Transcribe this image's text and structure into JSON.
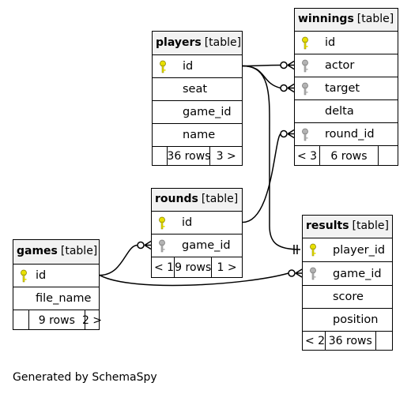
{
  "table_kind": "[table]",
  "tables": {
    "players": {
      "name": "players",
      "columns": [
        "id",
        "seat",
        "game_id",
        "name"
      ],
      "footer": [
        "",
        "36 rows",
        "3 >"
      ]
    },
    "winnings": {
      "name": "winnings",
      "columns": [
        "id",
        "actor",
        "target",
        "delta",
        "round_id"
      ],
      "footer": [
        "< 3",
        "6 rows",
        ""
      ]
    },
    "rounds": {
      "name": "rounds",
      "columns": [
        "id",
        "game_id"
      ],
      "footer": [
        "< 1",
        "9 rows",
        "1 >"
      ]
    },
    "games": {
      "name": "games",
      "columns": [
        "id",
        "file_name"
      ],
      "footer": [
        "",
        "9 rows",
        "2 >"
      ]
    },
    "results": {
      "name": "results",
      "columns": [
        "player_id",
        "game_id",
        "score",
        "position"
      ],
      "footer": [
        "< 2",
        "36 rows",
        ""
      ]
    }
  },
  "key_types": {
    "players": [
      "primary",
      "none",
      "none",
      "none"
    ],
    "winnings": [
      "primary",
      "foreign",
      "foreign",
      "none",
      "foreign"
    ],
    "rounds": [
      "primary",
      "foreign"
    ],
    "games": [
      "primary",
      "none"
    ],
    "results": [
      "primary",
      "foreign",
      "none",
      "none"
    ]
  },
  "relationships": [
    {
      "from": "winnings.actor",
      "to": "players.id",
      "child_end": "zero-or-many"
    },
    {
      "from": "winnings.target",
      "to": "players.id",
      "child_end": "zero-or-many"
    },
    {
      "from": "winnings.round_id",
      "to": "rounds.id",
      "child_end": "zero-or-many"
    },
    {
      "from": "rounds.game_id",
      "to": "games.id",
      "child_end": "zero-or-many"
    },
    {
      "from": "results.game_id",
      "to": "games.id",
      "child_end": "zero-or-many"
    },
    {
      "from": "results.player_id",
      "to": "players.id",
      "child_end": "one"
    }
  ],
  "colors": {
    "header_bg": "#f2f2f2",
    "primary_key": "#e8e000",
    "foreign_key": "#b3b3b3",
    "line": "#000000"
  },
  "credit": "Generated by SchemaSpy"
}
